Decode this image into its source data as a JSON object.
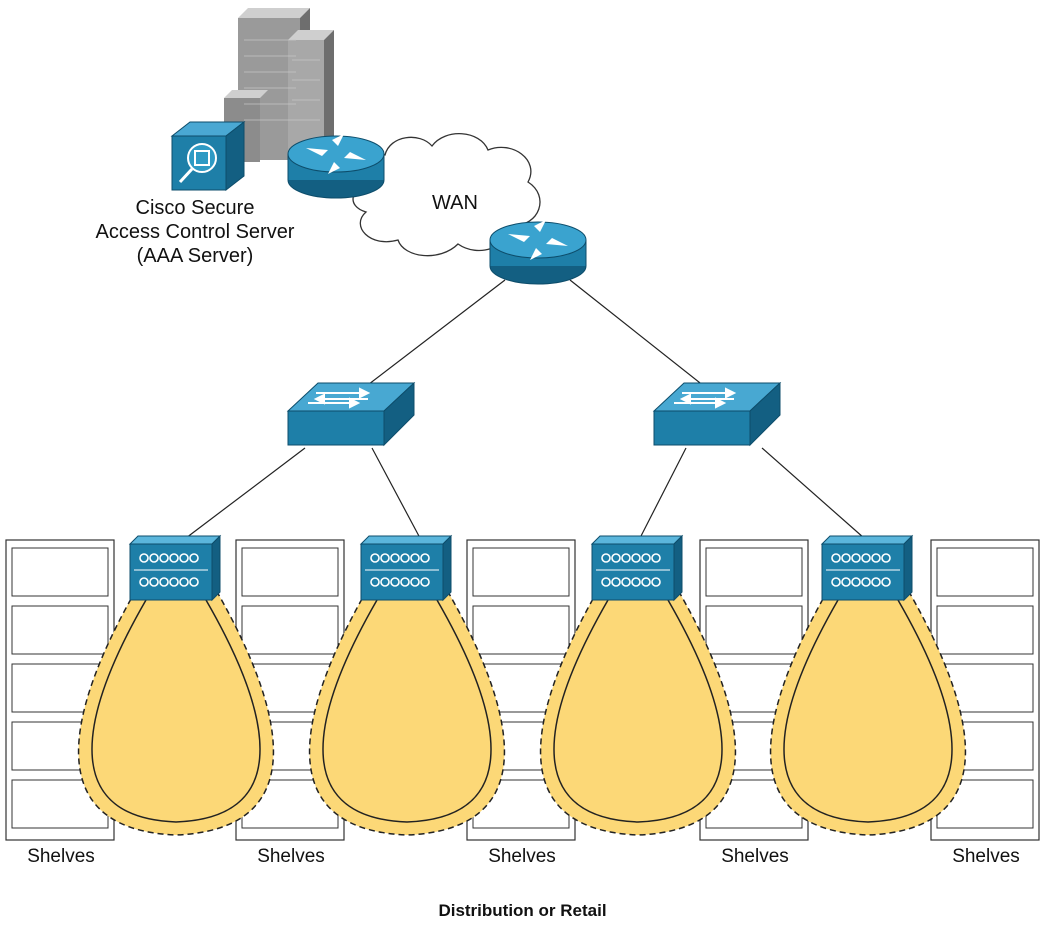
{
  "server": {
    "line1": "Cisco Secure",
    "line2": "Access Control Server",
    "line3": "(AAA Server)"
  },
  "network": {
    "wan_label": "WAN"
  },
  "shelves": [
    {
      "label": "Shelves"
    },
    {
      "label": "Shelves"
    },
    {
      "label": "Shelves"
    },
    {
      "label": "Shelves"
    },
    {
      "label": "Shelves"
    }
  ],
  "footer": "Distribution or Retail",
  "colors": {
    "device_blue": "#1e7fa8",
    "device_top": "#2e9ac4",
    "coverage_fill": "#fcd877",
    "building_gray": "#9a9a9a"
  }
}
